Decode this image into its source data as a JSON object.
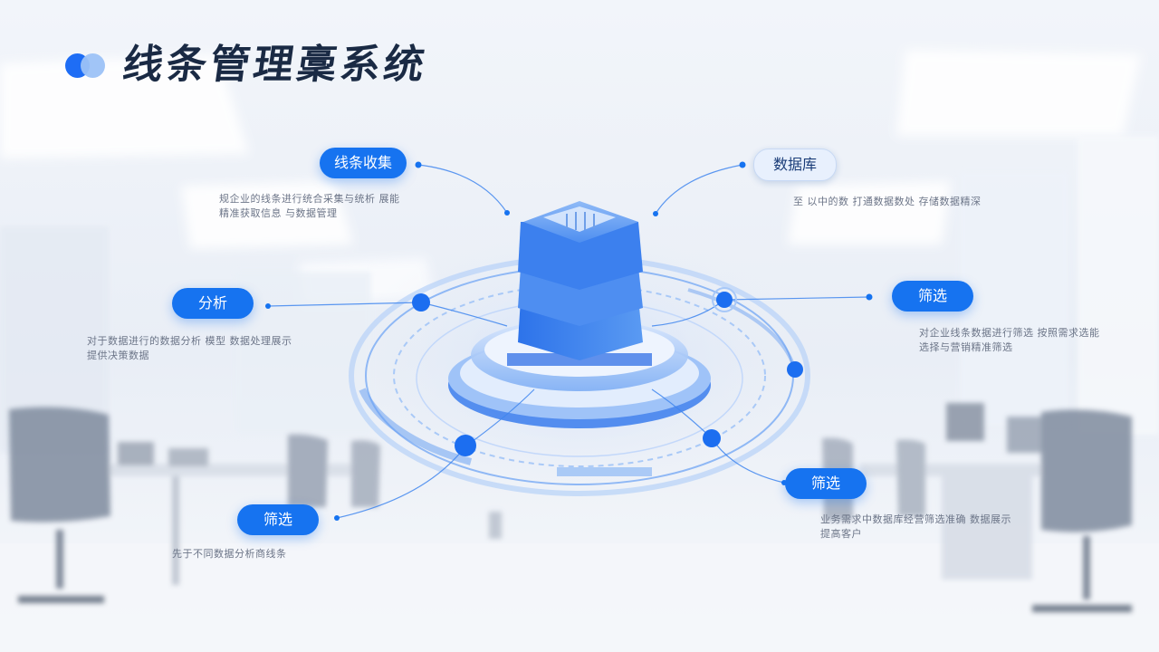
{
  "title": "线条管理稾系统",
  "nodes": [
    {
      "id": "collect",
      "label": "线条收集",
      "desc": [
        "规企业的线条进行统合采集与统析 展能",
        "精准获取信息 与数据管理"
      ]
    },
    {
      "id": "db",
      "label": "数据库",
      "desc": [
        "至 以中的数 打通数据数处 存储数据精深"
      ]
    },
    {
      "id": "analysis",
      "label": "分析",
      "desc": [
        "对于数据进行的数据分析 模型 数据处理展示",
        "提供决策数据"
      ]
    },
    {
      "id": "filter-right",
      "label": "筛选",
      "desc": [
        "对企业线条数据进行筛选 按照需求选能",
        "选择与营销精准筛选"
      ]
    },
    {
      "id": "filter-bottom-right",
      "label": "筛选",
      "desc": [
        "业务需求中数据库经营筛选准确 数据展示",
        "提高客户"
      ]
    },
    {
      "id": "filter-bottom-left",
      "label": "筛选",
      "desc": [
        "先于不同数据分析商线条"
      ]
    }
  ],
  "colors": {
    "accent": "#1673f0",
    "title": "#1a2a44",
    "text": "#6c7588"
  }
}
